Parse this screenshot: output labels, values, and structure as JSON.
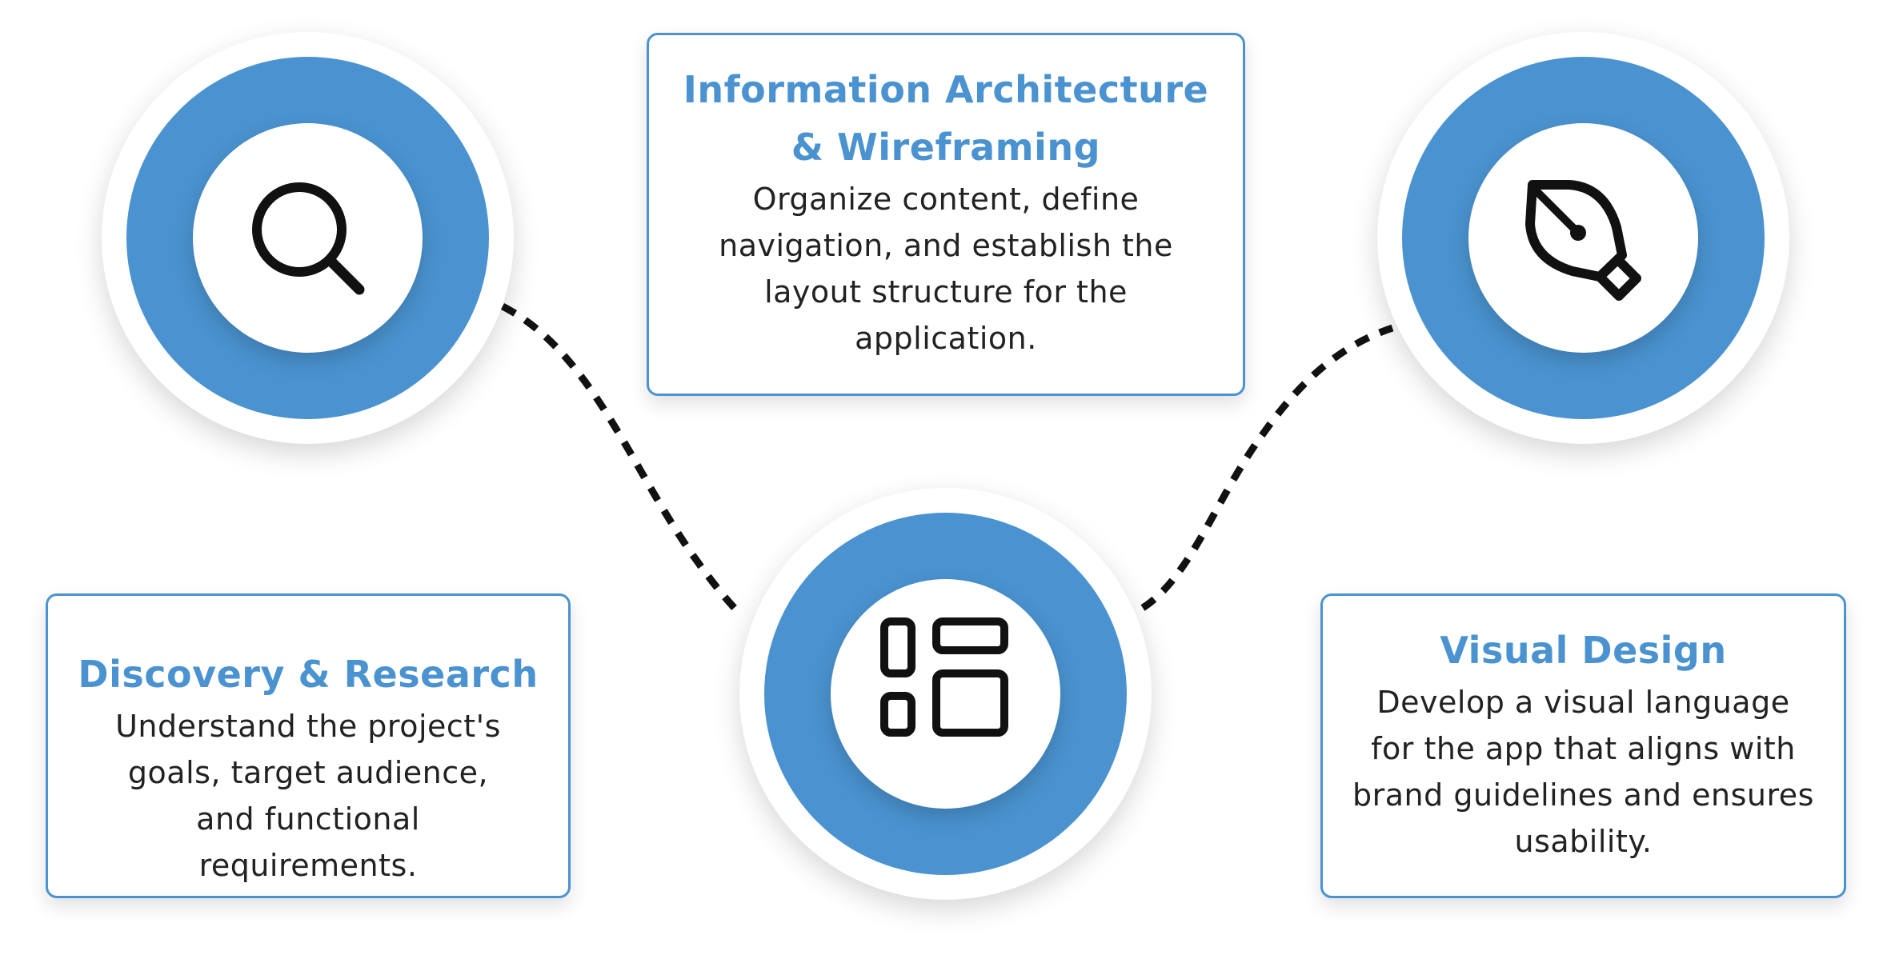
{
  "colors": {
    "accent": "#4a93d0",
    "text": "#222222",
    "background": "#ffffff"
  },
  "steps": [
    {
      "title": "Discovery & Research",
      "description": "Understand the project's goals, target audience, and functional requirements.",
      "icon": "search-icon"
    },
    {
      "title": "Information Architecture & Wireframing",
      "description": "Organize content, define navigation, and establish the layout structure for the application.",
      "icon": "layout-icon"
    },
    {
      "title": "Visual Design",
      "description": "Develop a visual language for the app that aligns with brand guidelines and ensures usability.",
      "icon": "pen-tool-icon"
    }
  ]
}
